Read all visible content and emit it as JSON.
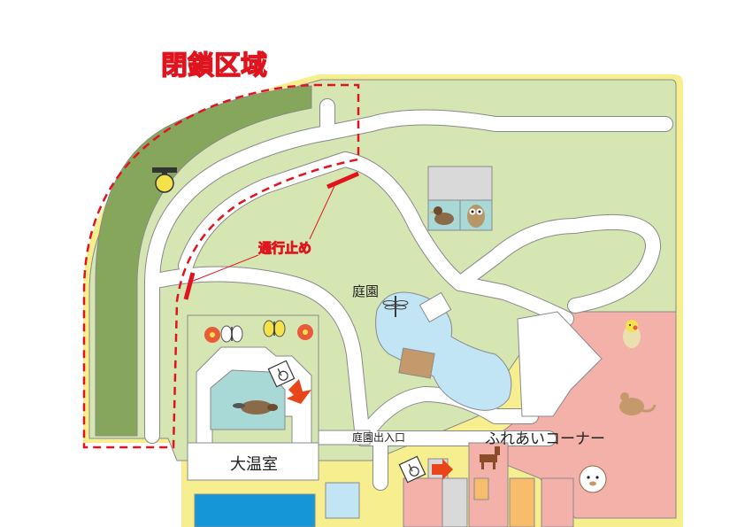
{
  "labels": {
    "closed_area": "閉鎖区域",
    "road_closed": "通行止め",
    "garden": "庭園",
    "garden_gate": "庭園出入口",
    "greenhouse": "大温室",
    "petting_corner": "ふれあいコーナー"
  },
  "colors": {
    "lawn": "#d5e6b3",
    "forest": "#86a65b",
    "path": "#ffffff",
    "outline": "#898989",
    "border": "#f7ef8f",
    "closed_dashed": "#e0141f",
    "petting_area": "#f3b1aa",
    "building": "#d9d9d9",
    "pond": "#c2e5f6",
    "aviary": "#a8d9d6",
    "pool": "#1597d7",
    "orange_block": "#f7bd6a",
    "arrow": "#e8461a",
    "deck": "#c49a6c"
  },
  "icons": {
    "lamp": "street-lamp-icon",
    "duck": "duck-icon",
    "owl": "owl-icon",
    "dragonfly": "dragonfly-icon",
    "butterfly": "butterfly-icon",
    "flower": "hibiscus-icon",
    "platypus": "platypus-icon",
    "bird": "cockatiel-icon",
    "kangaroo": "kangaroo-icon",
    "horse": "horse-icon",
    "alpaca": "alpaca-icon",
    "wheelchair": "wheelchair-sign-icon",
    "arrow": "direction-arrow-icon"
  }
}
